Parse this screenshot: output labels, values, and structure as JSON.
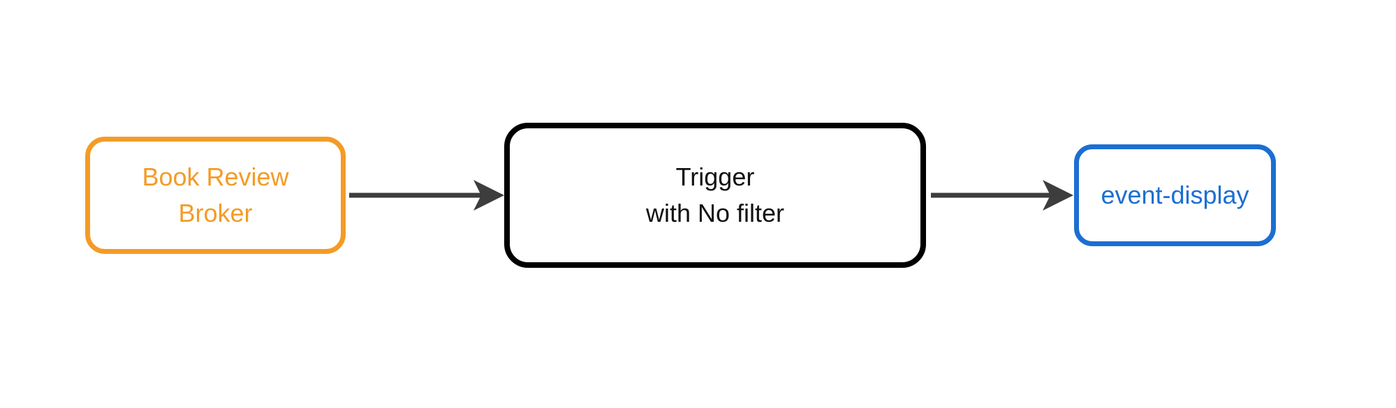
{
  "diagram": {
    "background_color": "#ffffff",
    "edge_color": "#3d3d3d",
    "nodes": [
      {
        "id": "book-review-broker",
        "label": "Book Review Broker",
        "lines": [
          "Book Review",
          "Broker"
        ],
        "color": "#F49B26"
      },
      {
        "id": "trigger",
        "label": "Trigger with No filter",
        "lines": [
          "Trigger",
          "with No filter"
        ],
        "color": "#000000"
      },
      {
        "id": "event-display",
        "label": "event-display",
        "lines": [
          "event-display"
        ],
        "color": "#1B6FD1"
      }
    ],
    "edges": [
      {
        "from": "book-review-broker",
        "to": "trigger"
      },
      {
        "from": "trigger",
        "to": "event-display"
      }
    ]
  }
}
